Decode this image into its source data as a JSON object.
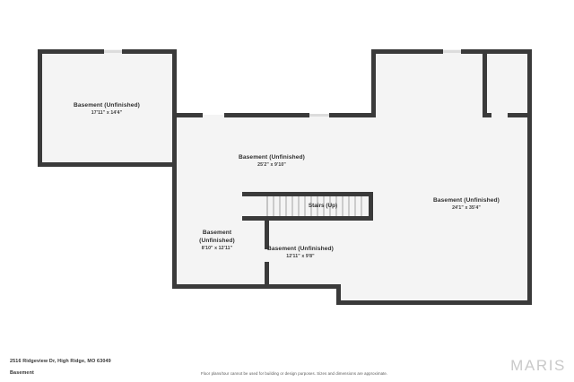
{
  "plan": {
    "colors": {
      "wall": "#3a3a3a",
      "floor_fill": "#f4f4f4",
      "opening": "#e9e9e9",
      "page_background": "#ffffff",
      "label_text": "#2f2f2f",
      "brand_text": "#c9c9c9"
    },
    "rooms": [
      {
        "id": "upper-left",
        "name": "Basement (Unfinished)",
        "dimensions": "17'11\" x 14'4\""
      },
      {
        "id": "center",
        "name": "Basement (Unfinished)",
        "dimensions": "25'2\" x 9'10\""
      },
      {
        "id": "right",
        "name": "Basement (Unfinished)",
        "dimensions": "24'1\" x 35'4\""
      },
      {
        "id": "small-left",
        "name": "Basement",
        "name_line2": "(Unfinished)",
        "dimensions": "8'10\" x 12'11\""
      },
      {
        "id": "bottom-mid",
        "name": "Basement (Unfinished)",
        "dimensions": "12'11\" x 9'8\""
      }
    ],
    "stairs": {
      "label": "Stairs (Up)",
      "tread_count": 15
    }
  },
  "footer": {
    "address": "2516 Ridgeview Dr, High Ridge, MO 63049",
    "level": "Basement",
    "disclaimer": "Floor plans/tour cannot be used for building or design purposes. Sizes and dimensions are approximate.",
    "brand": "MARIS"
  }
}
